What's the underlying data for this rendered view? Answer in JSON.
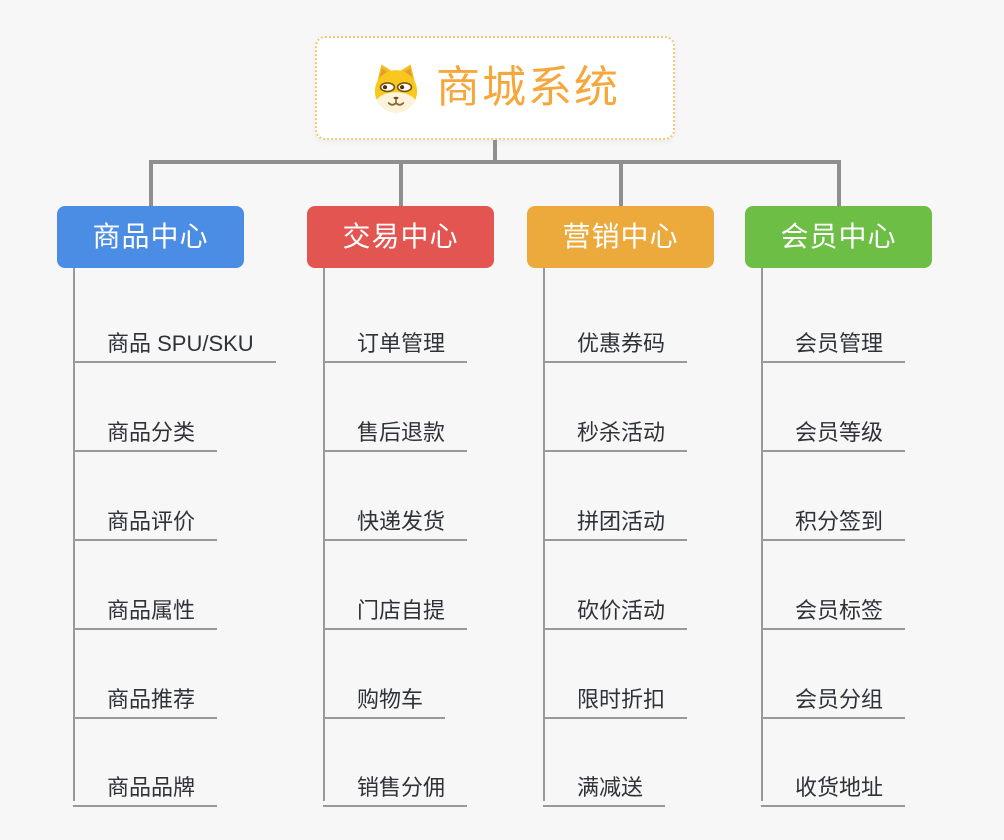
{
  "canvas": {
    "background": "#f7f7f8"
  },
  "root": {
    "label": "商城系统",
    "text_color": "#f6a73c",
    "border_color": "#f7c873",
    "icon": "doge-icon"
  },
  "connector_color": "#8f8f8f",
  "branch_line_color": "#999999",
  "leaf_text_color": "#2f3338",
  "branches": [
    {
      "id": "product-center",
      "label": "商品中心",
      "color": "#4b8de4",
      "children": [
        "商品 SPU/SKU",
        "商品分类",
        "商品评价",
        "商品属性",
        "商品推荐",
        "商品品牌"
      ]
    },
    {
      "id": "trade-center",
      "label": "交易中心",
      "color": "#e35551",
      "children": [
        "订单管理",
        "售后退款",
        "快递发货",
        "门店自提",
        "购物车",
        "销售分佣"
      ]
    },
    {
      "id": "marketing-center",
      "label": "营销中心",
      "color": "#edaa3c",
      "children": [
        "优惠券码",
        "秒杀活动",
        "拼团活动",
        "砍价活动",
        "限时折扣",
        "满减送"
      ]
    },
    {
      "id": "member-center",
      "label": "会员中心",
      "color": "#6cbe44",
      "children": [
        "会员管理",
        "会员等级",
        "积分签到",
        "会员标签",
        "会员分组",
        "收货地址"
      ]
    }
  ]
}
